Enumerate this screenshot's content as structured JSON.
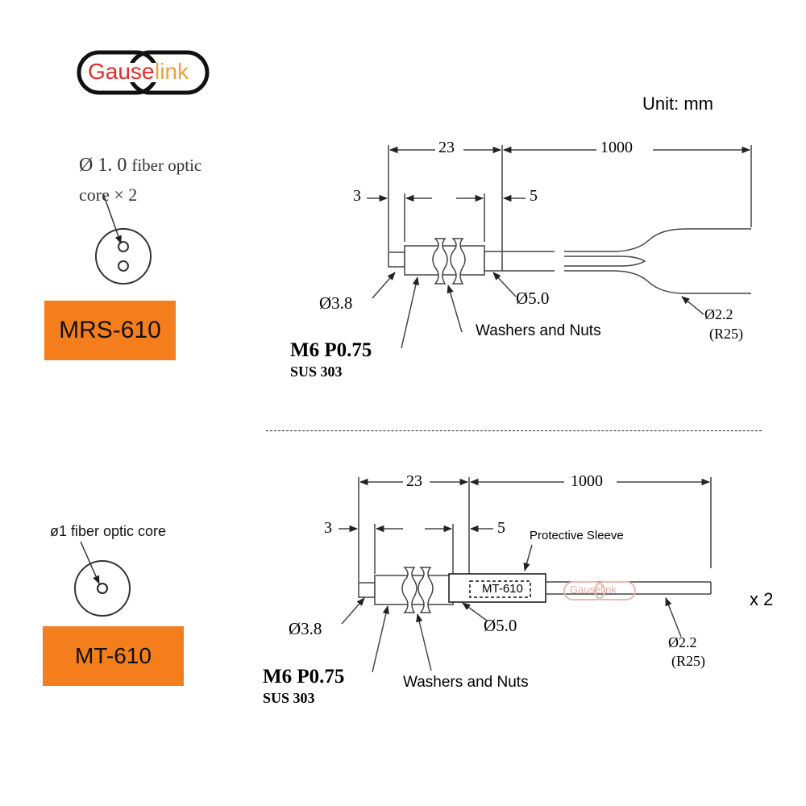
{
  "logo": {
    "part1": "Gause",
    "part2": "link",
    "color1": "#e42c2c",
    "color2": "#f0a13a"
  },
  "unit_label": "Unit: mm",
  "mrs": {
    "core_label_line1_symbol": "Ø",
    "core_label_line1_value": "1. 0",
    "core_label_line1_text": "fiber optic",
    "core_label_line2": "core × 2",
    "badge": "MRS-610",
    "dim_23": "23",
    "dim_1000": "1000",
    "dim_3": "3",
    "dim_5": "5",
    "dim_d38": "Ø3.8",
    "dim_d50": "Ø5.0",
    "dim_d22": "Ø2.2",
    "dim_r25": "(R25)",
    "thread": "M6 P0.75",
    "material": "SUS 303",
    "washers": "Washers and Nuts"
  },
  "mt": {
    "core_label": "ø1 fiber optic core",
    "badge": "MT-610",
    "dim_23": "23",
    "dim_1000": "1000",
    "dim_3": "3",
    "dim_5": "5",
    "dim_d38": "Ø3.8",
    "dim_d50": "Ø5.0",
    "dim_d22": "Ø2.2",
    "dim_r25": "(R25)",
    "thread": "M6 P0.75",
    "material": "SUS 303",
    "washers": "Washers and Nuts",
    "sleeve_label": "Protective Sleeve",
    "sleeve_text": "MT-610",
    "sleeve_logo": "Gauselink",
    "quantity": "x 2"
  },
  "colors": {
    "badge": "#f57e1c",
    "line": "#444444"
  }
}
